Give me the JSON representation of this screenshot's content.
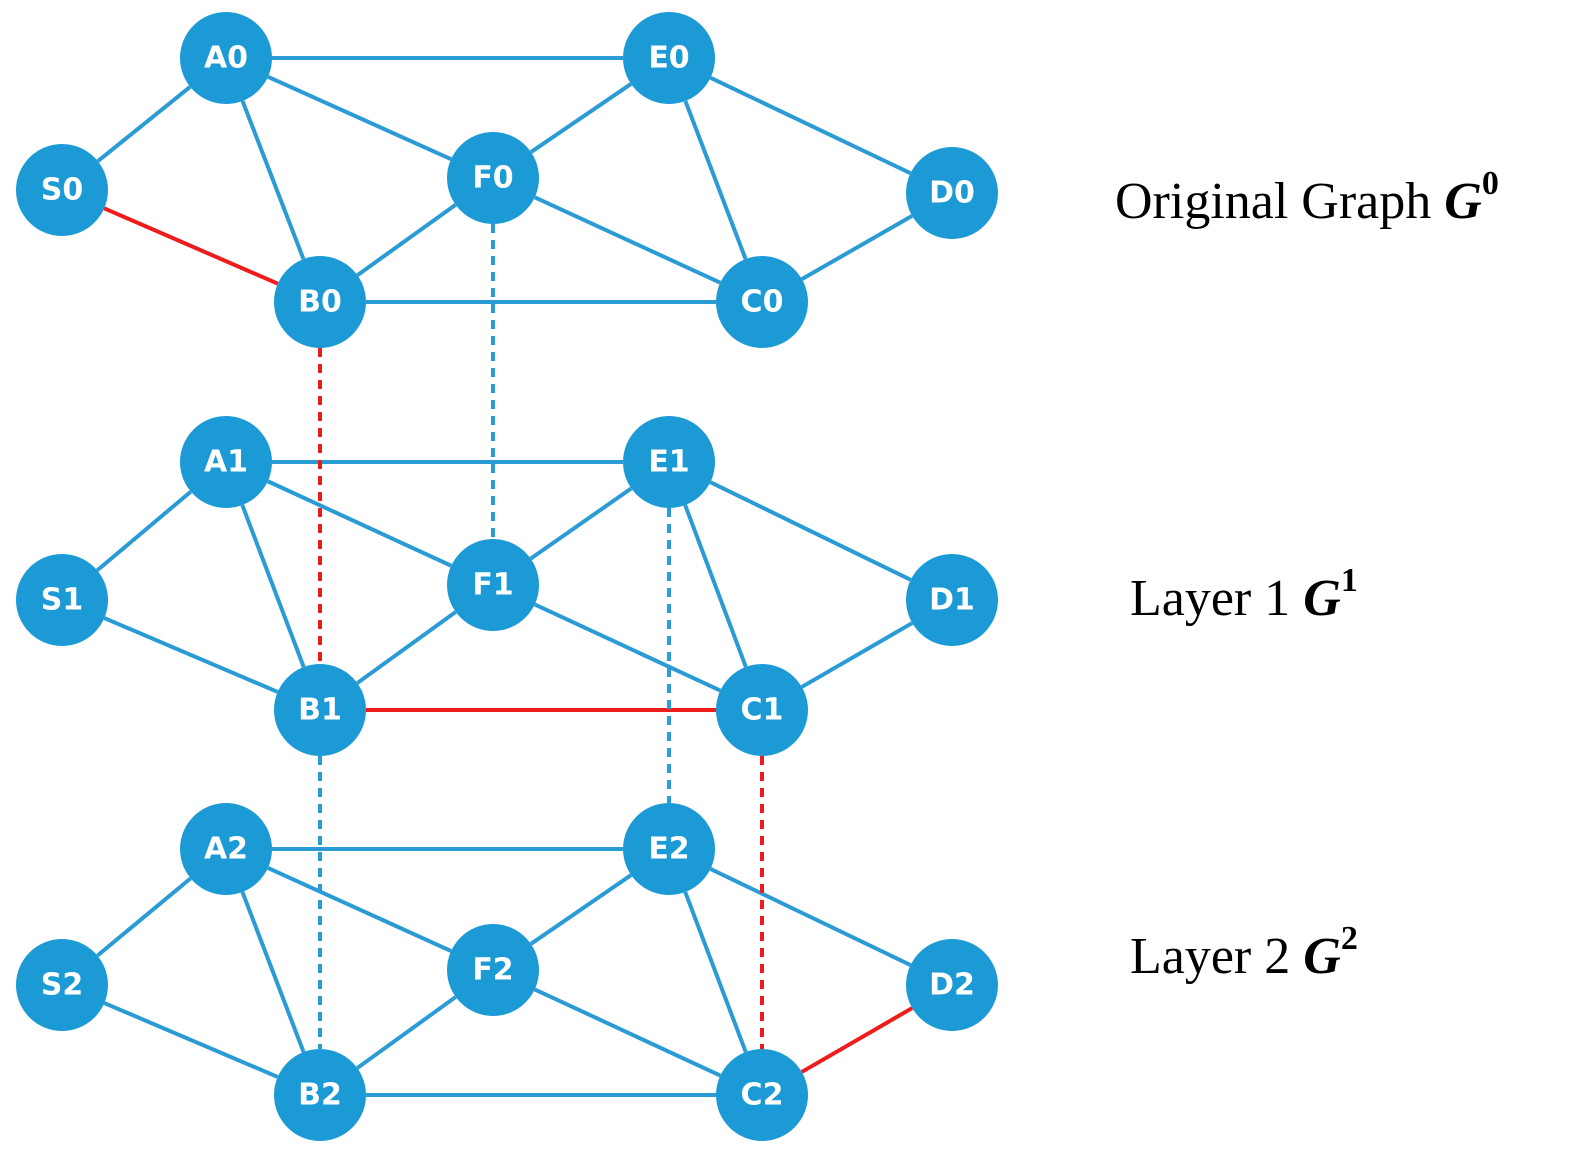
{
  "colors": {
    "node_fill": "#1b9ad6",
    "edge_blue": "#2a9bd4",
    "edge_red": "#ee1c1c",
    "node_label": "#ffffff"
  },
  "nodes": [
    {
      "id": "A0",
      "label": "A0"
    },
    {
      "id": "E0",
      "label": "E0"
    },
    {
      "id": "S0",
      "label": "S0"
    },
    {
      "id": "F0",
      "label": "F0"
    },
    {
      "id": "D0",
      "label": "D0"
    },
    {
      "id": "B0",
      "label": "B0"
    },
    {
      "id": "C0",
      "label": "C0"
    },
    {
      "id": "A1",
      "label": "A1"
    },
    {
      "id": "E1",
      "label": "E1"
    },
    {
      "id": "S1",
      "label": "S1"
    },
    {
      "id": "F1",
      "label": "F1"
    },
    {
      "id": "D1",
      "label": "D1"
    },
    {
      "id": "B1",
      "label": "B1"
    },
    {
      "id": "C1",
      "label": "C1"
    },
    {
      "id": "A2",
      "label": "A2"
    },
    {
      "id": "E2",
      "label": "E2"
    },
    {
      "id": "S2",
      "label": "S2"
    },
    {
      "id": "F2",
      "label": "F2"
    },
    {
      "id": "D2",
      "label": "D2"
    },
    {
      "id": "B2",
      "label": "B2"
    },
    {
      "id": "C2",
      "label": "C2"
    }
  ],
  "edges": [
    {
      "from": "A0",
      "to": "E0",
      "color": "blue",
      "style": "solid"
    },
    {
      "from": "A0",
      "to": "S0",
      "color": "blue",
      "style": "solid"
    },
    {
      "from": "A0",
      "to": "F0",
      "color": "blue",
      "style": "solid"
    },
    {
      "from": "A0",
      "to": "B0",
      "color": "blue",
      "style": "solid"
    },
    {
      "from": "E0",
      "to": "F0",
      "color": "blue",
      "style": "solid"
    },
    {
      "from": "E0",
      "to": "D0",
      "color": "blue",
      "style": "solid"
    },
    {
      "from": "E0",
      "to": "C0",
      "color": "blue",
      "style": "solid"
    },
    {
      "from": "F0",
      "to": "B0",
      "color": "blue",
      "style": "solid"
    },
    {
      "from": "F0",
      "to": "C0",
      "color": "blue",
      "style": "solid"
    },
    {
      "from": "D0",
      "to": "C0",
      "color": "blue",
      "style": "solid"
    },
    {
      "from": "B0",
      "to": "C0",
      "color": "blue",
      "style": "solid"
    },
    {
      "from": "S0",
      "to": "B0",
      "color": "red",
      "style": "solid"
    },
    {
      "from": "A1",
      "to": "E1",
      "color": "blue",
      "style": "solid"
    },
    {
      "from": "A1",
      "to": "S1",
      "color": "blue",
      "style": "solid"
    },
    {
      "from": "A1",
      "to": "F1",
      "color": "blue",
      "style": "solid"
    },
    {
      "from": "A1",
      "to": "B1",
      "color": "blue",
      "style": "solid"
    },
    {
      "from": "E1",
      "to": "F1",
      "color": "blue",
      "style": "solid"
    },
    {
      "from": "E1",
      "to": "D1",
      "color": "blue",
      "style": "solid"
    },
    {
      "from": "E1",
      "to": "C1",
      "color": "blue",
      "style": "solid"
    },
    {
      "from": "F1",
      "to": "B1",
      "color": "blue",
      "style": "solid"
    },
    {
      "from": "F1",
      "to": "C1",
      "color": "blue",
      "style": "solid"
    },
    {
      "from": "D1",
      "to": "C1",
      "color": "blue",
      "style": "solid"
    },
    {
      "from": "S1",
      "to": "B1",
      "color": "blue",
      "style": "solid"
    },
    {
      "from": "B1",
      "to": "C1",
      "color": "red",
      "style": "solid"
    },
    {
      "from": "A2",
      "to": "E2",
      "color": "blue",
      "style": "solid"
    },
    {
      "from": "A2",
      "to": "S2",
      "color": "blue",
      "style": "solid"
    },
    {
      "from": "A2",
      "to": "F2",
      "color": "blue",
      "style": "solid"
    },
    {
      "from": "A2",
      "to": "B2",
      "color": "blue",
      "style": "solid"
    },
    {
      "from": "E2",
      "to": "F2",
      "color": "blue",
      "style": "solid"
    },
    {
      "from": "E2",
      "to": "D2",
      "color": "blue",
      "style": "solid"
    },
    {
      "from": "E2",
      "to": "C2",
      "color": "blue",
      "style": "solid"
    },
    {
      "from": "F2",
      "to": "B2",
      "color": "blue",
      "style": "solid"
    },
    {
      "from": "F2",
      "to": "C2",
      "color": "blue",
      "style": "solid"
    },
    {
      "from": "S2",
      "to": "B2",
      "color": "blue",
      "style": "solid"
    },
    {
      "from": "B2",
      "to": "C2",
      "color": "blue",
      "style": "solid"
    },
    {
      "from": "D2",
      "to": "C2",
      "color": "red",
      "style": "solid"
    },
    {
      "from": "B0",
      "to": "B1",
      "color": "red",
      "style": "dotted"
    },
    {
      "from": "F0",
      "to": "F1",
      "color": "blue",
      "style": "dotted"
    },
    {
      "from": "E1",
      "to": "E2",
      "color": "blue",
      "style": "dotted"
    },
    {
      "from": "B1",
      "to": "B2",
      "color": "blue",
      "style": "dotted"
    },
    {
      "from": "C1",
      "to": "C2",
      "color": "red",
      "style": "dotted"
    }
  ],
  "layers": [
    {
      "prefix": "Original Graph ",
      "symbol": "G",
      "sup": "0"
    },
    {
      "prefix": "Layer 1 ",
      "symbol": "G",
      "sup": "1"
    },
    {
      "prefix": "Layer 2 ",
      "symbol": "G",
      "sup": "2"
    }
  ]
}
